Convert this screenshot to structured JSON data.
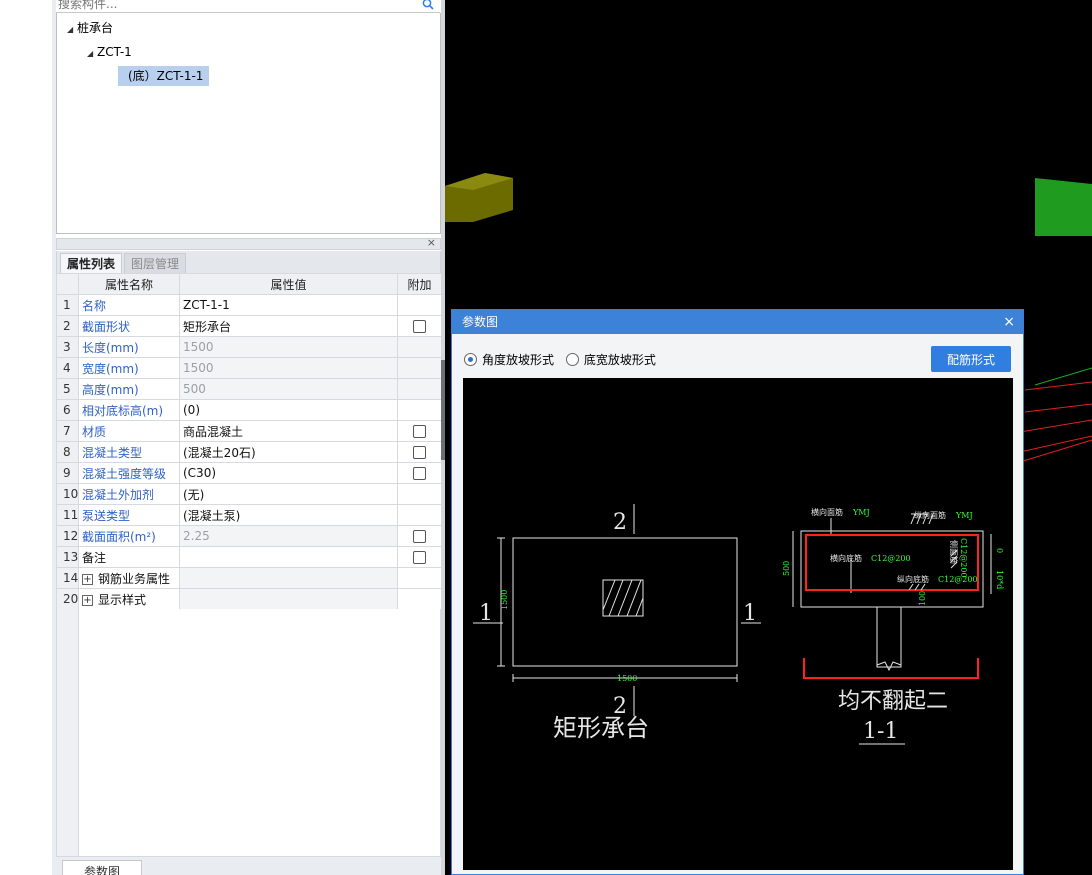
{
  "search": {
    "placeholder": "搜索构件..."
  },
  "tree": {
    "root_label": "桩承台",
    "child_label": "ZCT-1",
    "leaf_label": "(底）ZCT-1-1"
  },
  "props_panel": {
    "tabs": [
      "属性列表",
      "图层管理"
    ],
    "columns": [
      "属性名称",
      "属性值",
      "附加"
    ],
    "rows": [
      {
        "num": "1",
        "name": "名称",
        "value": "ZCT-1-1"
      },
      {
        "num": "2",
        "name": "截面形状",
        "value": "矩形承台"
      },
      {
        "num": "3",
        "name": "长度(mm)",
        "value": "1500"
      },
      {
        "num": "4",
        "name": "宽度(mm)",
        "value": "1500"
      },
      {
        "num": "5",
        "name": "高度(mm)",
        "value": "500"
      },
      {
        "num": "6",
        "name": "相对底标高(m)",
        "value": "(0)"
      },
      {
        "num": "7",
        "name": "材质",
        "value": "商品混凝土"
      },
      {
        "num": "8",
        "name": "混凝土类型",
        "value": "(混凝土20石)"
      },
      {
        "num": "9",
        "name": "混凝土强度等级",
        "value": "(C30)"
      },
      {
        "num": "10",
        "name": "混凝土外加剂",
        "value": "(无)"
      },
      {
        "num": "11",
        "name": "泵送类型",
        "value": "(混凝土泵)"
      },
      {
        "num": "12",
        "name": "截面面积(m²)",
        "value": "2.25"
      },
      {
        "num": "13",
        "name": "备注",
        "value": ""
      },
      {
        "num": "14",
        "name": "钢筋业务属性",
        "value": ""
      },
      {
        "num": "20",
        "name": "显示样式",
        "value": ""
      }
    ],
    "bottom_tab": "参数图"
  },
  "dialog": {
    "title": "参数图",
    "close": "×",
    "radio_angle": "角度放坡形式",
    "radio_width": "底宽放坡形式",
    "config_button": "配筋形式"
  },
  "drawing": {
    "plan_title": "矩形承台",
    "section_label_top": "2",
    "section_label_bottom": "2",
    "section_label_left": "1",
    "section_label_right": "1",
    "plan_dim_width": "1500",
    "plan_dim_height": "1500",
    "section_note": "均不翻起二",
    "section_title": "1-1",
    "rebar_top_transverse": "横向面筋",
    "rebar_top_longitudinal": "纵向面筋",
    "ymj": "YMJ",
    "rebar_bottom_transverse": "横向底筋",
    "rebar_bottom_longitudinal": "纵向底筋",
    "rebar_spec": "C12@200",
    "side_rebar": "侧面筋",
    "dim_height": "500",
    "dim_cover": "100",
    "dim_zero": "0",
    "dim_10d": "10*d"
  },
  "colors": {
    "accent": "#3c82d8",
    "link_text": "#2f62c5",
    "selected_row": "#b8cfee",
    "drawing_red": "#ff2020",
    "drawing_green": "#33ff33",
    "drawing_yellow": "#ffff66"
  }
}
